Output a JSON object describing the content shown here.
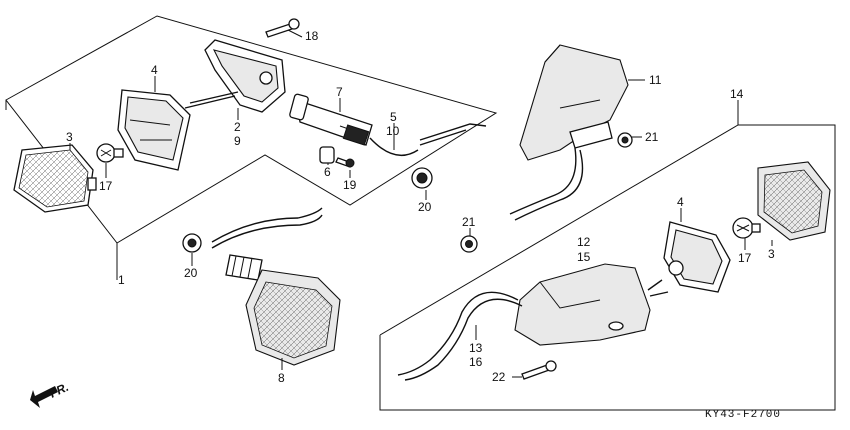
{
  "diagram_code": "KY43-F2700",
  "front_label": "FR.",
  "callouts": [
    {
      "id": "c3a",
      "text": "3"
    },
    {
      "id": "c4a",
      "text": "4"
    },
    {
      "id": "c17a",
      "text": "17"
    },
    {
      "id": "c1",
      "text": "1"
    },
    {
      "id": "c18",
      "text": "18"
    },
    {
      "id": "c2",
      "text": "2"
    },
    {
      "id": "c9",
      "text": "9"
    },
    {
      "id": "c7",
      "text": "7"
    },
    {
      "id": "c5",
      "text": "5"
    },
    {
      "id": "c10",
      "text": "10"
    },
    {
      "id": "c6",
      "text": "6"
    },
    {
      "id": "c19",
      "text": "19"
    },
    {
      "id": "c20a",
      "text": "20"
    },
    {
      "id": "c20b",
      "text": "20"
    },
    {
      "id": "c8",
      "text": "8"
    },
    {
      "id": "c11",
      "text": "11"
    },
    {
      "id": "c21a",
      "text": "21"
    },
    {
      "id": "c21b",
      "text": "21"
    },
    {
      "id": "c14",
      "text": "14"
    },
    {
      "id": "c4b",
      "text": "4"
    },
    {
      "id": "c17b",
      "text": "17"
    },
    {
      "id": "c3b",
      "text": "3"
    },
    {
      "id": "c12",
      "text": "12"
    },
    {
      "id": "c15",
      "text": "15"
    },
    {
      "id": "c13",
      "text": "13"
    },
    {
      "id": "c16",
      "text": "16"
    },
    {
      "id": "c22",
      "text": "22"
    }
  ]
}
